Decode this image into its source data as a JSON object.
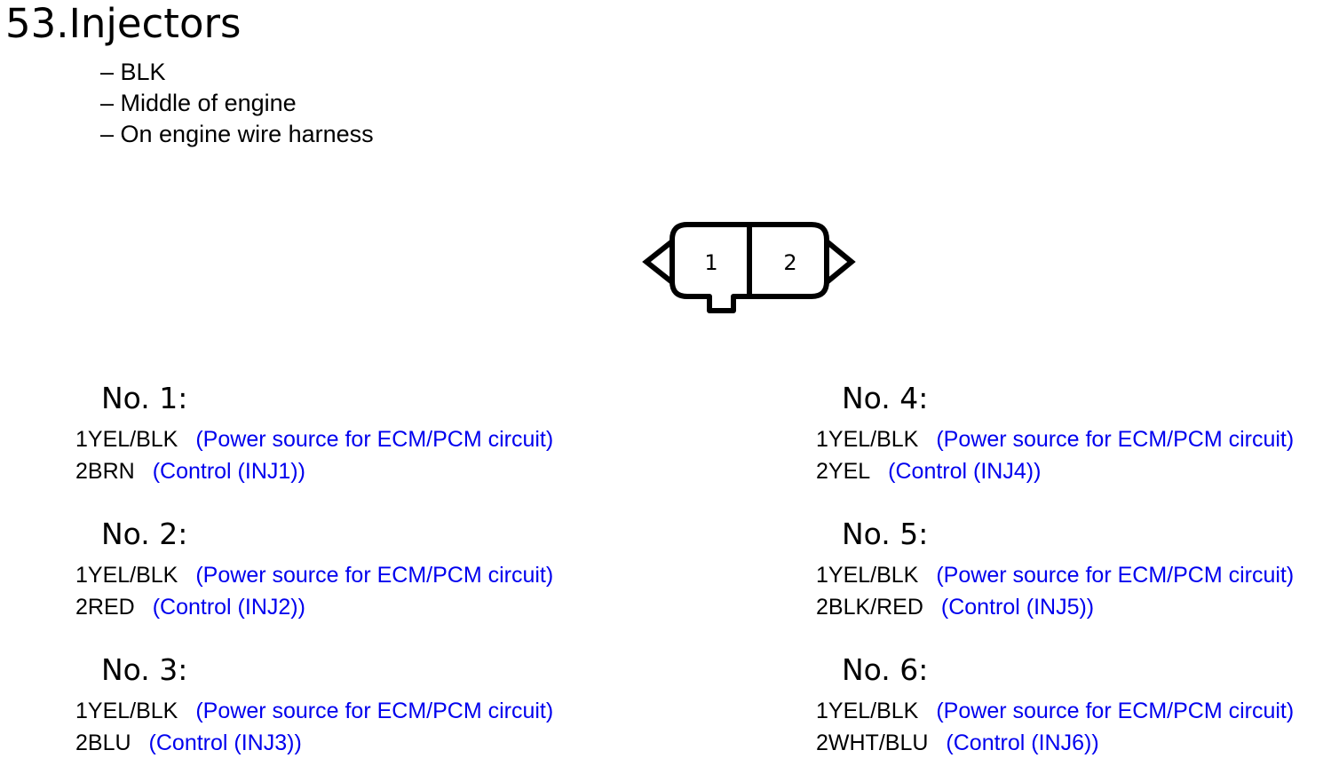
{
  "title": {
    "number": "53.",
    "text": "Injectors"
  },
  "notes": [
    "– BLK",
    "– Middle of engine",
    "– On engine wire harness"
  ],
  "connector": {
    "pins": [
      "1",
      "2"
    ]
  },
  "injectors": [
    {
      "name": "No. 1:",
      "pins": [
        {
          "id": "1YEL/BLK",
          "desc": "(Power source for ECM/PCM circuit)"
        },
        {
          "id": "2BRN",
          "desc": "(Control (INJ1))"
        }
      ]
    },
    {
      "name": "No. 2:",
      "pins": [
        {
          "id": "1YEL/BLK",
          "desc": "(Power source for ECM/PCM circuit)"
        },
        {
          "id": "2RED",
          "desc": "(Control (INJ2))"
        }
      ]
    },
    {
      "name": "No. 3:",
      "pins": [
        {
          "id": "1YEL/BLK",
          "desc": "(Power source for ECM/PCM circuit)"
        },
        {
          "id": "2BLU",
          "desc": "(Control (INJ3))"
        }
      ]
    },
    {
      "name": "No. 4:",
      "pins": [
        {
          "id": "1YEL/BLK",
          "desc": "(Power source for ECM/PCM circuit)"
        },
        {
          "id": "2YEL",
          "desc": "(Control (INJ4))"
        }
      ]
    },
    {
      "name": "No. 5:",
      "pins": [
        {
          "id": "1YEL/BLK",
          "desc": "(Power source for ECM/PCM circuit)"
        },
        {
          "id": "2BLK/RED",
          "desc": "(Control (INJ5))"
        }
      ]
    },
    {
      "name": "No. 6:",
      "pins": [
        {
          "id": "1YEL/BLK",
          "desc": "(Power source for ECM/PCM circuit)"
        },
        {
          "id": "2WHT/BLU",
          "desc": "(Control (INJ6))"
        }
      ]
    }
  ],
  "colors": {
    "text": "#000000",
    "description": "#0000ee"
  }
}
